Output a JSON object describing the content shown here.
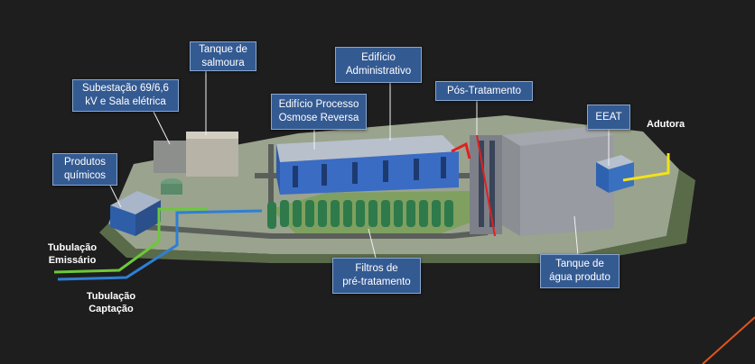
{
  "labels": {
    "tanque_salmoura": [
      "Tanque de",
      "salmoura"
    ],
    "edificio_adm": [
      "Edifício",
      "Administrativo"
    ],
    "subestacao": [
      "Subestação 69/6,6",
      "kV e Sala elétrica"
    ],
    "edificio_processo": [
      "Edifício Processo",
      "Osmose Reversa"
    ],
    "pos_tratamento": "Pós-Tratamento",
    "eeat": "EEAT",
    "adutora": "Adutora",
    "produtos_quimicos": [
      "Produtos",
      "químicos"
    ],
    "tubulacao_emissario": [
      "Tubulação",
      "Emissário"
    ],
    "tubulacao_captacao": [
      "Tubulação",
      "Captação"
    ],
    "filtros": [
      "Filtros de",
      "pré-tratamento"
    ],
    "tanque_agua": [
      "Tanque de",
      "água produto"
    ]
  },
  "colors": {
    "background": "#1e1e1e",
    "callout_fill": "#345a92",
    "callout_border": "#8aa6cf",
    "pipe_green": "#6dc83a",
    "pipe_blue": "#2e7fd6",
    "pipe_yellow": "#f2e21a",
    "pipe_red": "#e02020",
    "accent_orange": "#e0541c"
  }
}
